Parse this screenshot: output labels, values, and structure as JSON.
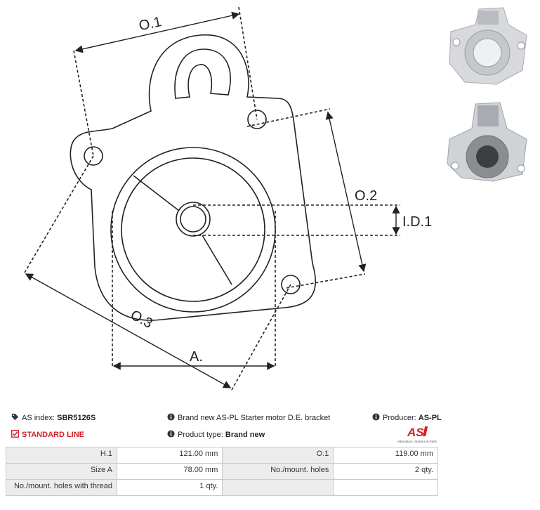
{
  "drawing": {
    "labels": {
      "o1": "O.1",
      "o2": "O.2",
      "o3": "O.3",
      "id1": "I.D.1",
      "a": "A."
    }
  },
  "info": {
    "as_index_label": "AS index:",
    "as_index_value": "SBR5126S",
    "description": "Brand new AS-PL Starter motor D.E. bracket",
    "producer_label": "Producer:",
    "producer_value": "AS-PL",
    "line_label": "STANDARD LINE",
    "product_type_label": "Product type:",
    "product_type_value": "Brand new",
    "logo_text": "AS",
    "logo_subtext": "Alternators, Starters & Parts"
  },
  "specs": [
    {
      "label": "H.1",
      "value": "121.00 mm",
      "label2": "O.1",
      "value2": "119.00 mm"
    },
    {
      "label": "Size A",
      "value": "78.00 mm",
      "label2": "No./mount. holes",
      "value2": "2 qty."
    },
    {
      "label": "No./mount. holes with thread",
      "value": "1 qty.",
      "label2": "",
      "value2": ""
    }
  ],
  "colors": {
    "accent_red": "#d21f26",
    "table_label_bg": "#ececec",
    "table_border": "#c9c9c9"
  }
}
